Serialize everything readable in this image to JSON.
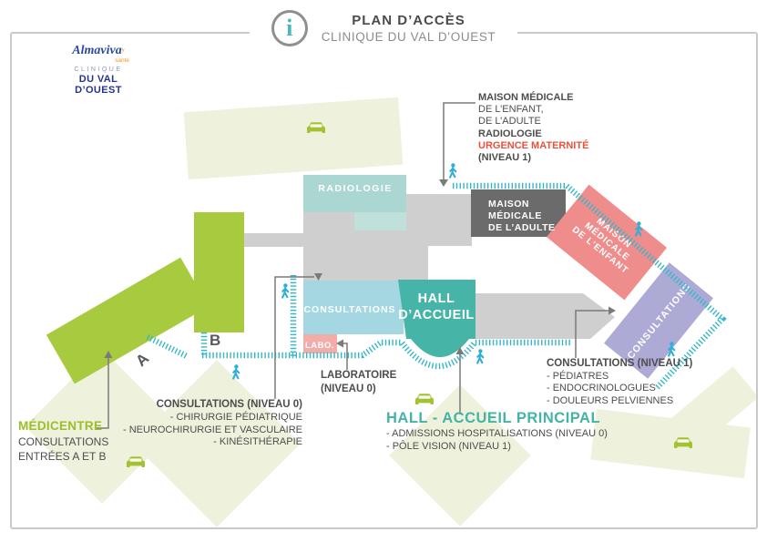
{
  "header": {
    "title": "PLAN D’ACCÈS",
    "subtitle": "CLINIQUE DU VAL D’OUEST"
  },
  "logo": {
    "brand": "Almaviva",
    "tagline": "santé",
    "clinic_line1": "CLINIQUE",
    "clinic_line2": "DU VAL D’OUEST"
  },
  "map": {
    "buildings": {
      "radiologie": "RADIOLOGIE",
      "adulte": [
        "MAISON",
        "MÉDICALE",
        "DE L’ADULTE"
      ],
      "enfant": [
        "MAISON",
        "MÉDICALE",
        "DE L’ENFANT"
      ],
      "hall": [
        "HALL",
        "D’ACCUEIL"
      ],
      "consultations_blue": "CONSULTATIONS",
      "consultations_purple": "CONSULTATIONS",
      "labo": "LABO."
    },
    "entrances": {
      "a": "A",
      "b": "B"
    }
  },
  "annotations": {
    "maison_medicale": {
      "l1": "MAISON MÉDICALE",
      "l2": "DE L’ENFANT,",
      "l3": "DE L’ADULTE",
      "l4": "RADIOLOGIE",
      "l5": "URGENCE MATERNITÉ",
      "l6": "(NIVEAU 1)"
    },
    "laboratoire": {
      "l1": "LABORATOIRE",
      "l2": "(NIVEAU 0)"
    },
    "consultations_n0": {
      "title": "CONSULTATIONS (NIVEAU 0)",
      "items": [
        "- CHIRURGIE PÉDIATRIQUE",
        "- NEUROCHIRURGIE ET VASCULAIRE",
        "- KINÉSITHÉRAPIE"
      ]
    },
    "consultations_n1": {
      "title": "CONSULTATIONS (NIVEAU 1)",
      "items": [
        "- PÉDIATRES",
        "- ENDOCRINOLOGUES",
        "- DOULEURS PELVIENNES"
      ]
    },
    "medicentre": {
      "title": "MÉDICENTRE",
      "l1": "CONSULTATIONS",
      "l2": "ENTRÉES A ET B"
    },
    "hall": {
      "title": "HALL - ACCUEIL PRINCIPAL",
      "items": [
        "- ADMISSIONS HOSPITALISATIONS (NIVEAU 0)",
        "- PÔLE VISION (NIVEAU 1)"
      ]
    }
  },
  "colors": {
    "parking": "#EEF1DC",
    "road": "#CFCFCF",
    "building_green": "#A8CA3F",
    "radiologie": "#ABD7D3",
    "radiologie_light": "#C0E0DB",
    "adulte": "#6B6B6B",
    "enfant": "#EF8C8C",
    "labo": "#F3ADA9",
    "consultations_blue": "#A5D7E3",
    "hall": "#46B4A7",
    "consultations_purple": "#AEAAD6",
    "path_teal": "#35B7C8",
    "person_blue": "#2FAFD8",
    "car_green": "#A3C232",
    "connector_gray": "#7A7A7A",
    "border_gray": "#C9C9C9",
    "accent_red": "#E8513D",
    "accent_green": "#9BBE29",
    "accent_teal": "#45B3A6"
  }
}
